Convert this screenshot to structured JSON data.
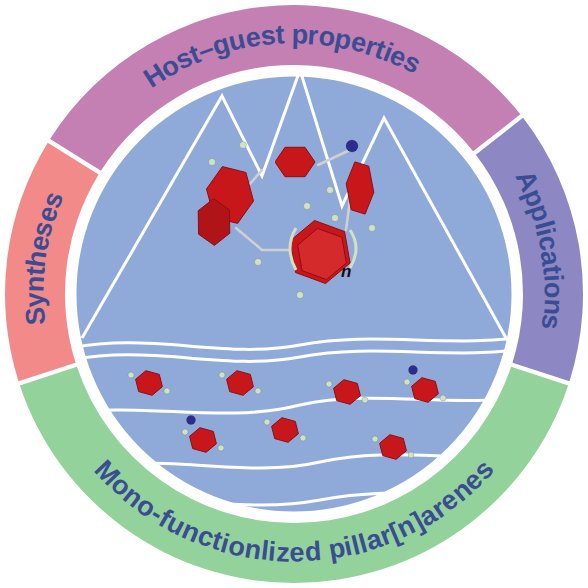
{
  "diagram": {
    "nodes": [
      {
        "text": [
          "Host–guest properties"
        ]
      },
      {
        "text": [
          "Syntheses"
        ]
      },
      {
        "text": [
          "Applications"
        ]
      },
      {
        "text": [
          "Mono-functionlized pillar[n]arenes"
        ]
      }
    ],
    "labels": [
      "n"
    ]
  }
}
